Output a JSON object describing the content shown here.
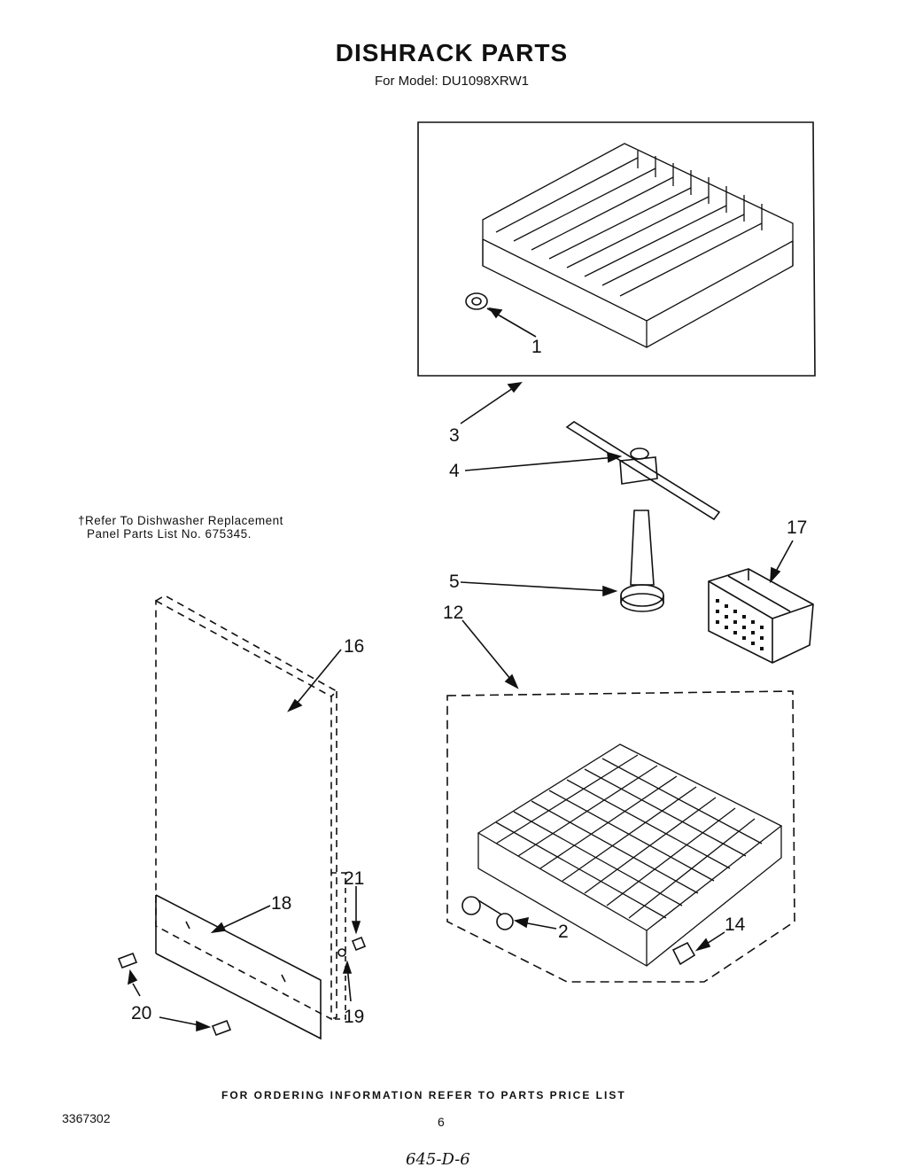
{
  "header": {
    "title": "DISHRACK PARTS",
    "subtitle": "For Model: DU1098XRW1"
  },
  "note": {
    "line1": "†Refer To Dishwasher Replacement",
    "line2": "Panel Parts List No. 675345."
  },
  "callouts": {
    "c1": "1",
    "c2": "2",
    "c3": "3",
    "c4": "4",
    "c5": "5",
    "c12": "12",
    "c14": "14",
    "c16": "16",
    "c17": "17",
    "c18": "18",
    "c19": "19",
    "c20": "20",
    "c21": "21"
  },
  "footer": {
    "ordering": "FOR ORDERING INFORMATION REFER TO PARTS PRICE LIST",
    "doc_number": "3367302",
    "page_number": "6",
    "handwritten": "645-D-6"
  }
}
